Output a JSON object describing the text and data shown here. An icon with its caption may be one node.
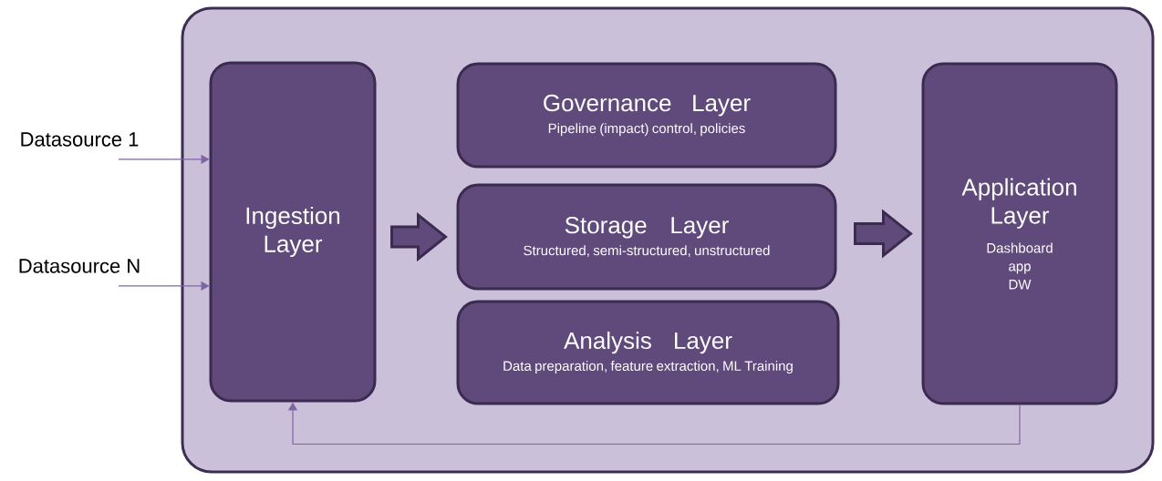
{
  "diagram": {
    "nodes": [
      {
        "text": [],
        "shape": "box"
      },
      {
        "text": [
          "Datasource 1"
        ]
      },
      {
        "text": [
          "Datasource N"
        ]
      },
      {
        "text": [
          "Ingestion Layer"
        ],
        "in": 0
      },
      {
        "text": [
          "Governance Layer",
          "Pipeline (impact) control, policies"
        ],
        "in": 0
      },
      {
        "text": [
          "Storage Layer",
          "Structured, semi-structured, unstructured"
        ],
        "in": 0
      },
      {
        "text": [
          "Analysis Layer",
          "Data preparation, feature extraction, ML Training"
        ],
        "in": 0
      },
      {
        "text": [
          "Application Layer",
          "Dashboard",
          "app",
          "DW"
        ],
        "in": 0
      }
    ],
    "edges": [
      {
        "from": 1,
        "to": 3,
        "arrow": "to"
      },
      {
        "from": 2,
        "to": 3,
        "arrow": "to"
      },
      {
        "from": 3,
        "to": 5,
        "arrow": "to",
        "style": "thick"
      },
      {
        "from": 6,
        "to": 7,
        "arrow": "to",
        "style": "thick"
      },
      {
        "from": 7,
        "to": 3,
        "arrow": "to"
      }
    ]
  }
}
